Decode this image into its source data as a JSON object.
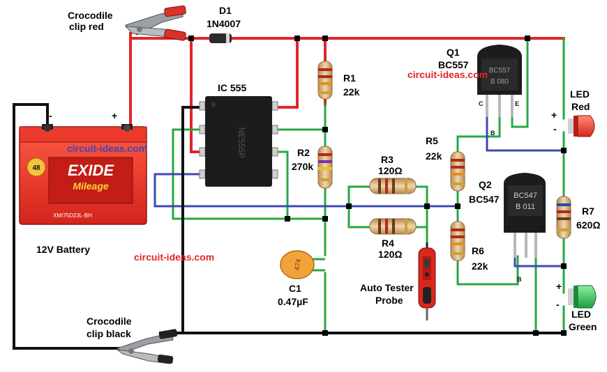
{
  "colors": {
    "positive_wire": "#e0262b",
    "ground_wire": "#111111",
    "green_wire": "#27a844",
    "blue_wire": "#3c49b0",
    "watermark_red": "#e0262b",
    "watermark_blue": "#3c49b0"
  },
  "labels": {
    "clip_red": [
      "Crocodile",
      "clip red"
    ],
    "clip_black": [
      "Crocodile",
      "clip black"
    ],
    "d1_name": "D1",
    "d1_part": "1N4007",
    "ic_name": "IC 555",
    "r1_name": "R1",
    "r1_value": "22k",
    "r2_name": "R2",
    "r2_value": "270k",
    "r3_name": "R3",
    "r3_value": "120Ω",
    "r4_name": "R4",
    "r4_value": "120Ω",
    "r5_name": "R5",
    "r5_value": "22k",
    "r6_name": "R6",
    "r6_value": "22k",
    "r7_name": "R7",
    "r7_value": "620Ω",
    "q1_name": "Q1",
    "q1_part": "BC557",
    "q2_name": "Q2",
    "q2_part": "BC547",
    "c1_name": "C1",
    "c1_value": "0.47µF",
    "led_red": [
      "LED",
      "Red"
    ],
    "led_green": [
      "LED",
      "Green"
    ],
    "battery": "12V Battery",
    "probe": [
      "Auto Tester",
      "Probe"
    ],
    "plus": "+",
    "minus": "-",
    "pin_c": "C",
    "pin_b": "B",
    "pin_e": "E"
  },
  "chip_text": {
    "ic_marking": "NE555P",
    "q1_marking": [
      "BC557",
      "B 080"
    ],
    "q2_marking": [
      "BC547",
      "B 011"
    ],
    "cap_marking": "474",
    "battery_brand": "EXIDE",
    "battery_sub": "Mileage",
    "battery_badge": "48",
    "battery_model": "XMI75D23L-BH"
  },
  "watermarks": [
    "circuit-ideas.com",
    "circuit-ideas.com",
    "circuit-ideas.com"
  ]
}
